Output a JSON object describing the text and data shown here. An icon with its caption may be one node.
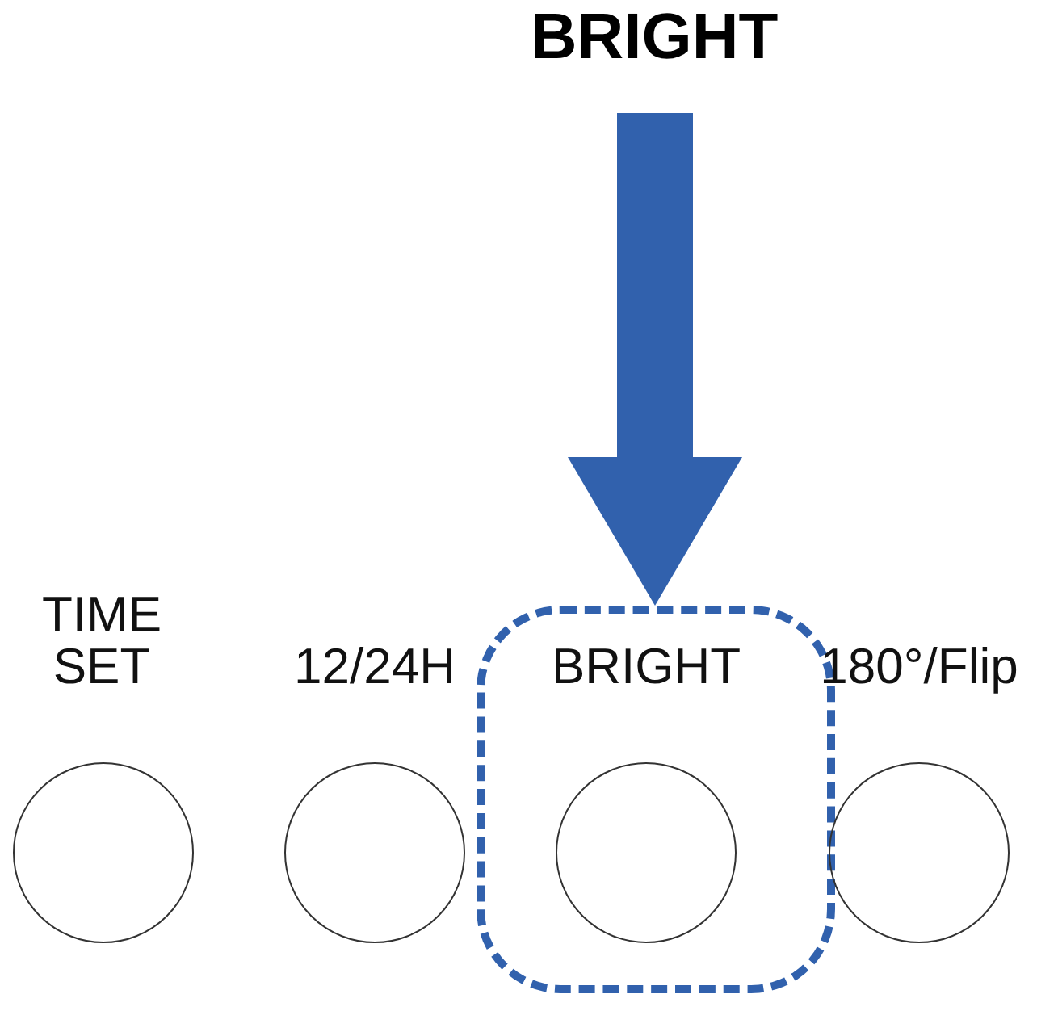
{
  "diagram": {
    "nodes": [
      {
        "text": [
          "BRIGHT"
        ]
      },
      {
        "text": [],
        "shape": "circle",
        "beside": [
          "TIME SET"
        ]
      },
      {
        "text": [],
        "shape": "circle",
        "beside": [
          "12/24H"
        ]
      },
      {
        "text": [],
        "shape": "box"
      },
      {
        "text": [],
        "shape": "circle",
        "beside": [
          "BRIGHT"
        ],
        "in": 3
      },
      {
        "text": [],
        "shape": "circle",
        "beside": [
          "180°/Flip"
        ]
      }
    ],
    "edges": [
      {
        "from": 0,
        "to": 3,
        "arrow": "to"
      }
    ]
  }
}
